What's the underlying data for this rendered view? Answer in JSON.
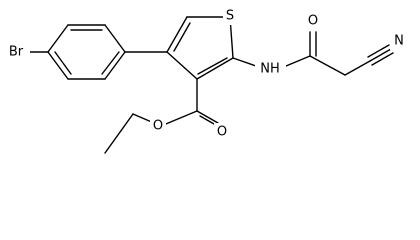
{
  "figure": {
    "background": "#ffffff",
    "line_color": "#000000"
  },
  "atoms": {
    "br": "Br",
    "s": "S",
    "n_triple": "N",
    "nh": "NH",
    "o_amide": "O",
    "o_ester_carbonyl": "O",
    "o_ester_alkoxy": "O"
  }
}
